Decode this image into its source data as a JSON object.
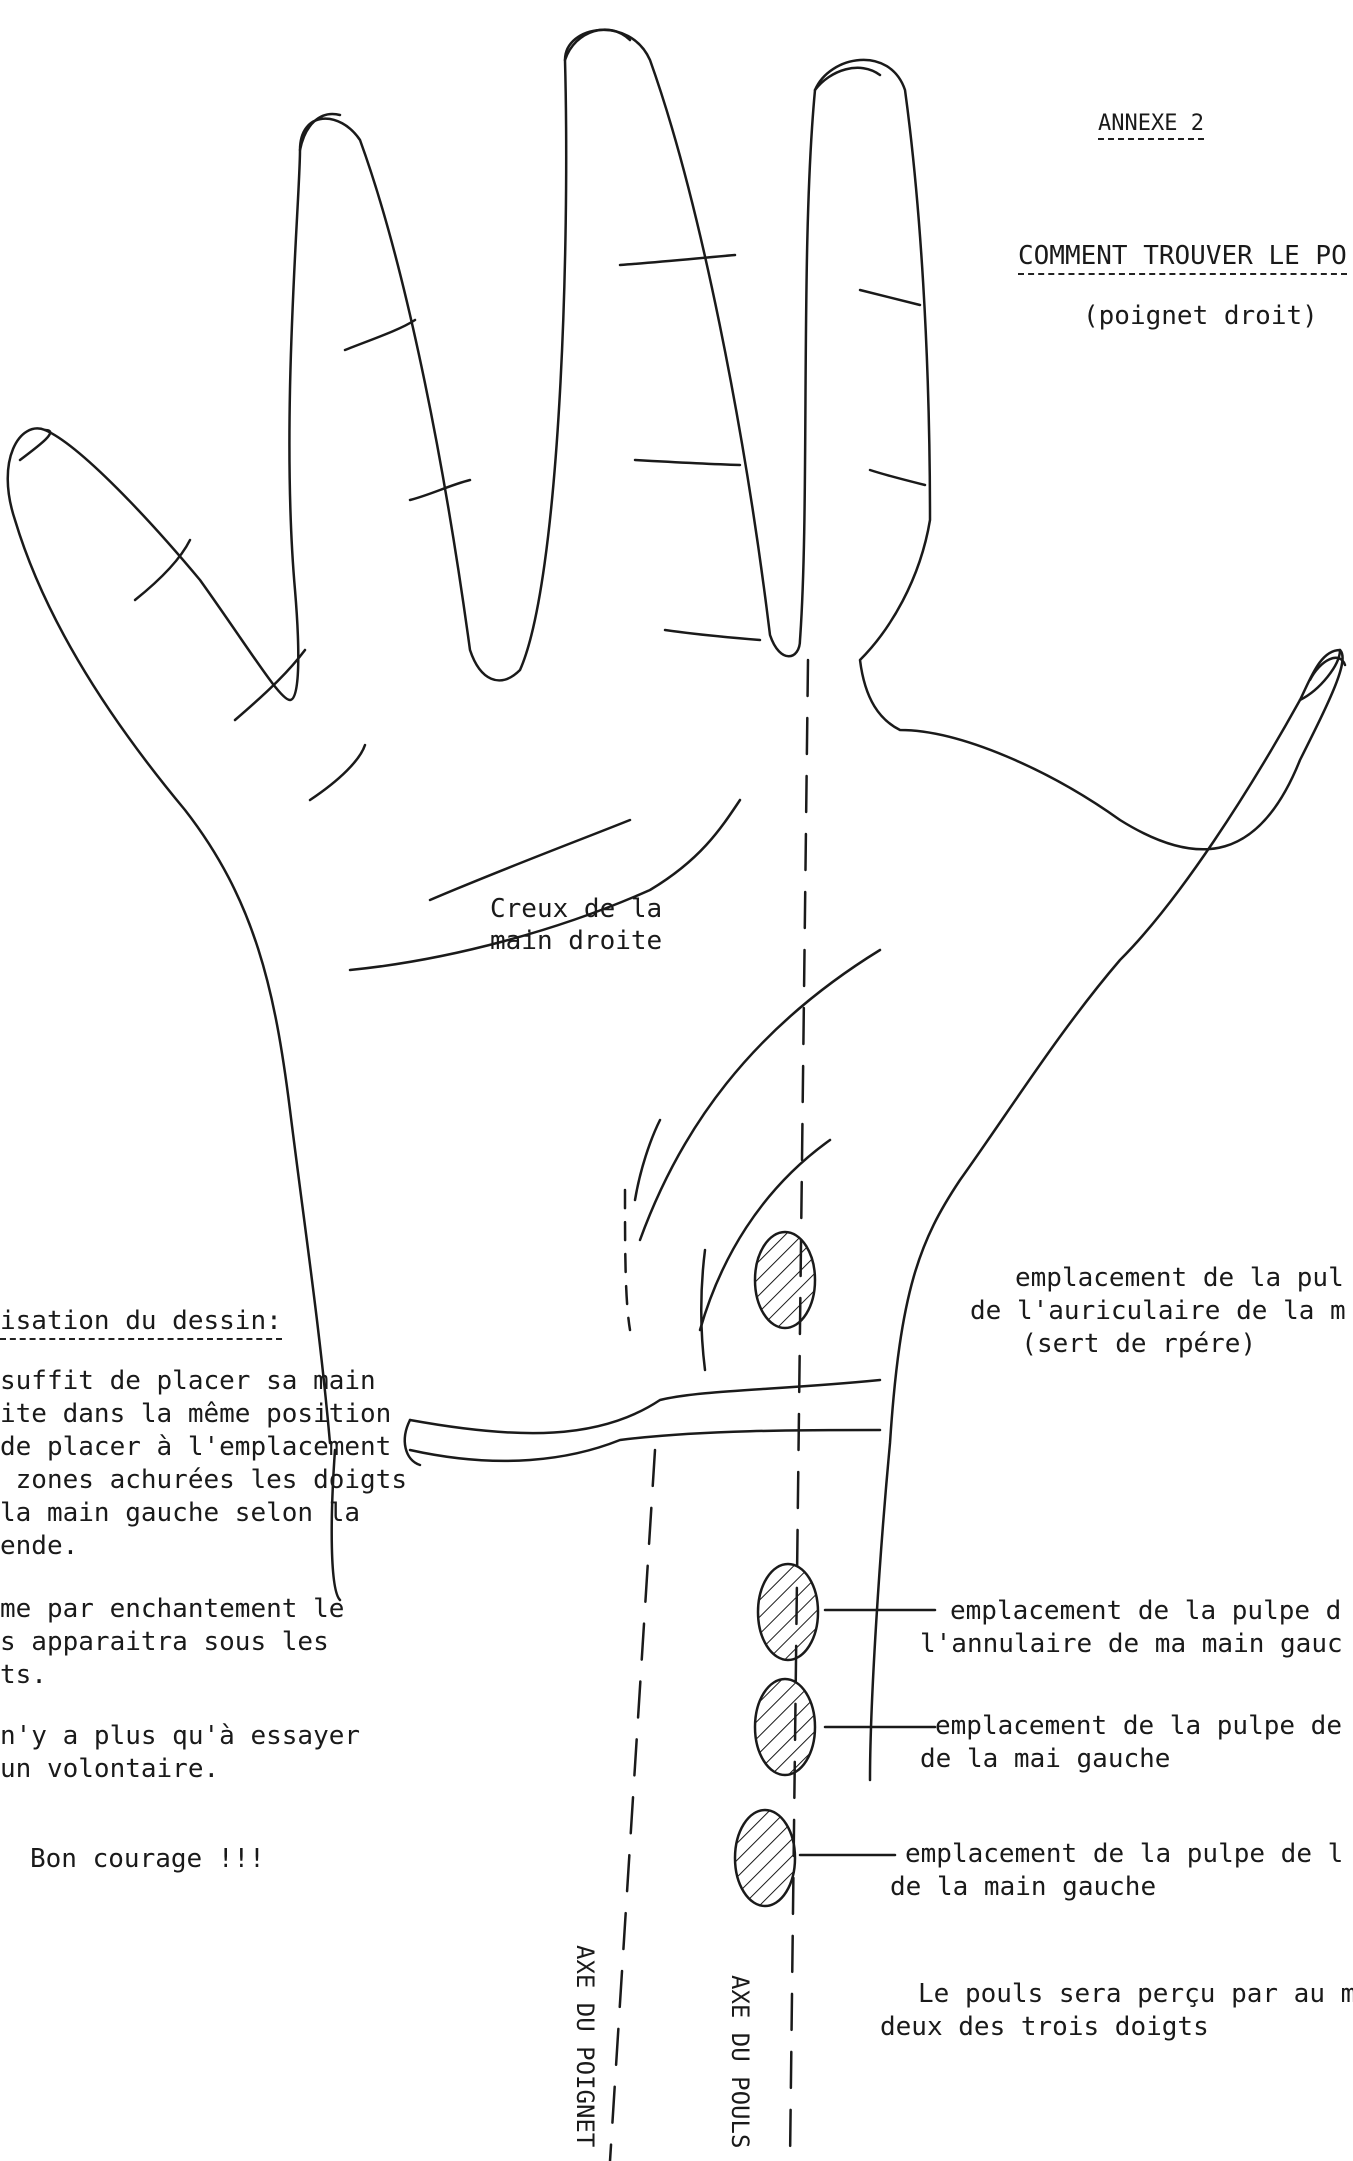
{
  "annex_label": "ANNEXE 2",
  "title": "COMMENT TROUVER LE PO",
  "subtitle": "(poignet droit)",
  "palm_label": [
    "Creux de la",
    "main droite"
  ],
  "usage_heading": "isation du dessin:",
  "usage_paragraphs": [
    [
      "suffit de placer sa main",
      "ite dans la même position",
      "de placer à l'emplacement",
      " zones achurées les doigts",
      "la main gauche selon la",
      "ende."
    ],
    [
      "me par enchantement le",
      "s apparaitra sous les",
      "ts."
    ],
    [
      "n'y a plus qu'à essayer",
      "un volontaire."
    ]
  ],
  "encouragement": "Bon courage !!!",
  "markers": [
    {
      "lines": [
        "emplacement de la pul",
        "de l'auriculaire de la m",
        "  (sert de rpére)"
      ]
    },
    {
      "lines": [
        "emplacement de la pulpe d",
        "l'annulaire de ma main gauc"
      ]
    },
    {
      "lines": [
        "emplacement de la pulpe de",
        "de la mai gauche"
      ]
    },
    {
      "lines": [
        "emplacement de la pulpe de l",
        "de la main gauche"
      ]
    }
  ],
  "conclusion": [
    "Le pouls sera perçu par au m",
    "deux des trois doigts"
  ],
  "axis_wrist": "AXE DU POIGNET",
  "axis_pulse": "AXE DU POULS"
}
